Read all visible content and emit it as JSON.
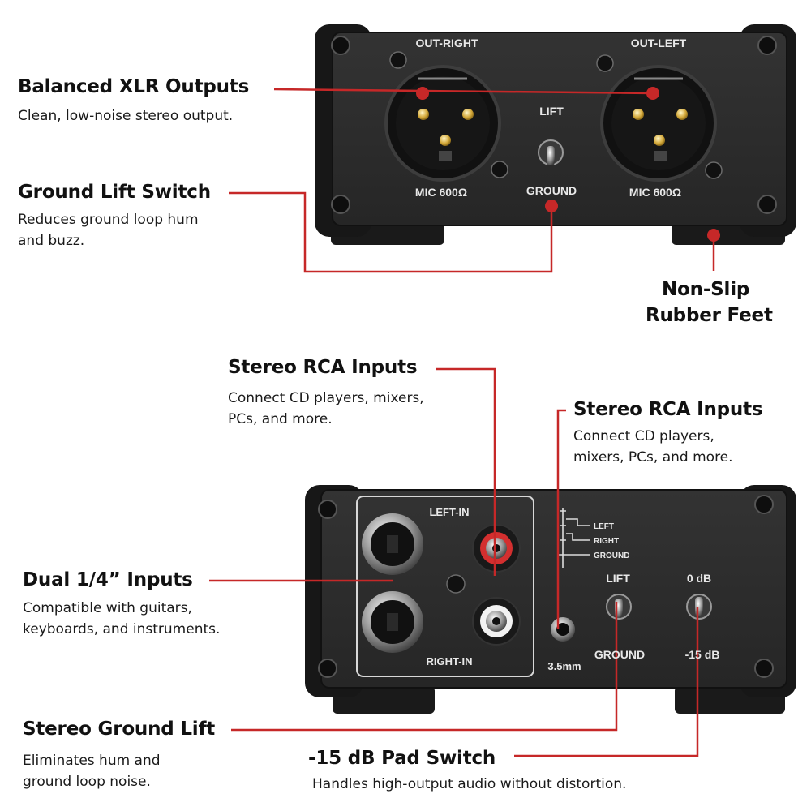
{
  "panels": {
    "top": {
      "out_right": "OUT-RIGHT",
      "out_left": "OUT-LEFT",
      "lift": "LIFT",
      "ground": "GROUND",
      "mic_left_jack": "MIC 600Ω",
      "mic_right_jack": "MIC 600Ω"
    },
    "bottom": {
      "left_in": "LEFT-IN",
      "right_in": "RIGHT-IN",
      "tip_left": "LEFT",
      "tip_right": "RIGHT",
      "tip_ground": "GROUND",
      "jack_35": "3.5mm",
      "lift": "LIFT",
      "ground": "GROUND",
      "pad_0": "0 dB",
      "pad_15": "-15 dB"
    }
  },
  "callouts": {
    "xlr": {
      "title": "Balanced XLR Outputs",
      "desc": "Clean, low-noise stereo output."
    },
    "ground_lift_switch": {
      "title": "Ground Lift Switch",
      "desc_1": "Reduces ground loop hum",
      "desc_2": "and buzz."
    },
    "feet": {
      "title_1": "Non-Slip",
      "title_2": "Rubber Feet"
    },
    "rca_1": {
      "title": "Stereo RCA Inputs",
      "desc_1": "Connect CD players, mixers,",
      "desc_2": "PCs, and more."
    },
    "rca_2": {
      "title": "Stereo RCA Inputs",
      "desc_1": "Connect CD players,",
      "desc_2": "mixers, PCs, and more."
    },
    "quarter": {
      "title": "Dual 1/4” Inputs",
      "desc_1": "Compatible with guitars,",
      "desc_2": "keyboards, and instruments."
    },
    "stereo_ground_lift": {
      "title": "Stereo Ground Lift",
      "desc_1": "Eliminates hum and",
      "desc_2": "ground loop noise."
    },
    "pad": {
      "title": "-15 dB Pad Switch",
      "desc": "Handles high-output audio without distortion."
    }
  },
  "colors": {
    "accent": "#c62828",
    "panel": "#2b2b2b",
    "body": "#1c1c1c",
    "text": "#111111"
  }
}
